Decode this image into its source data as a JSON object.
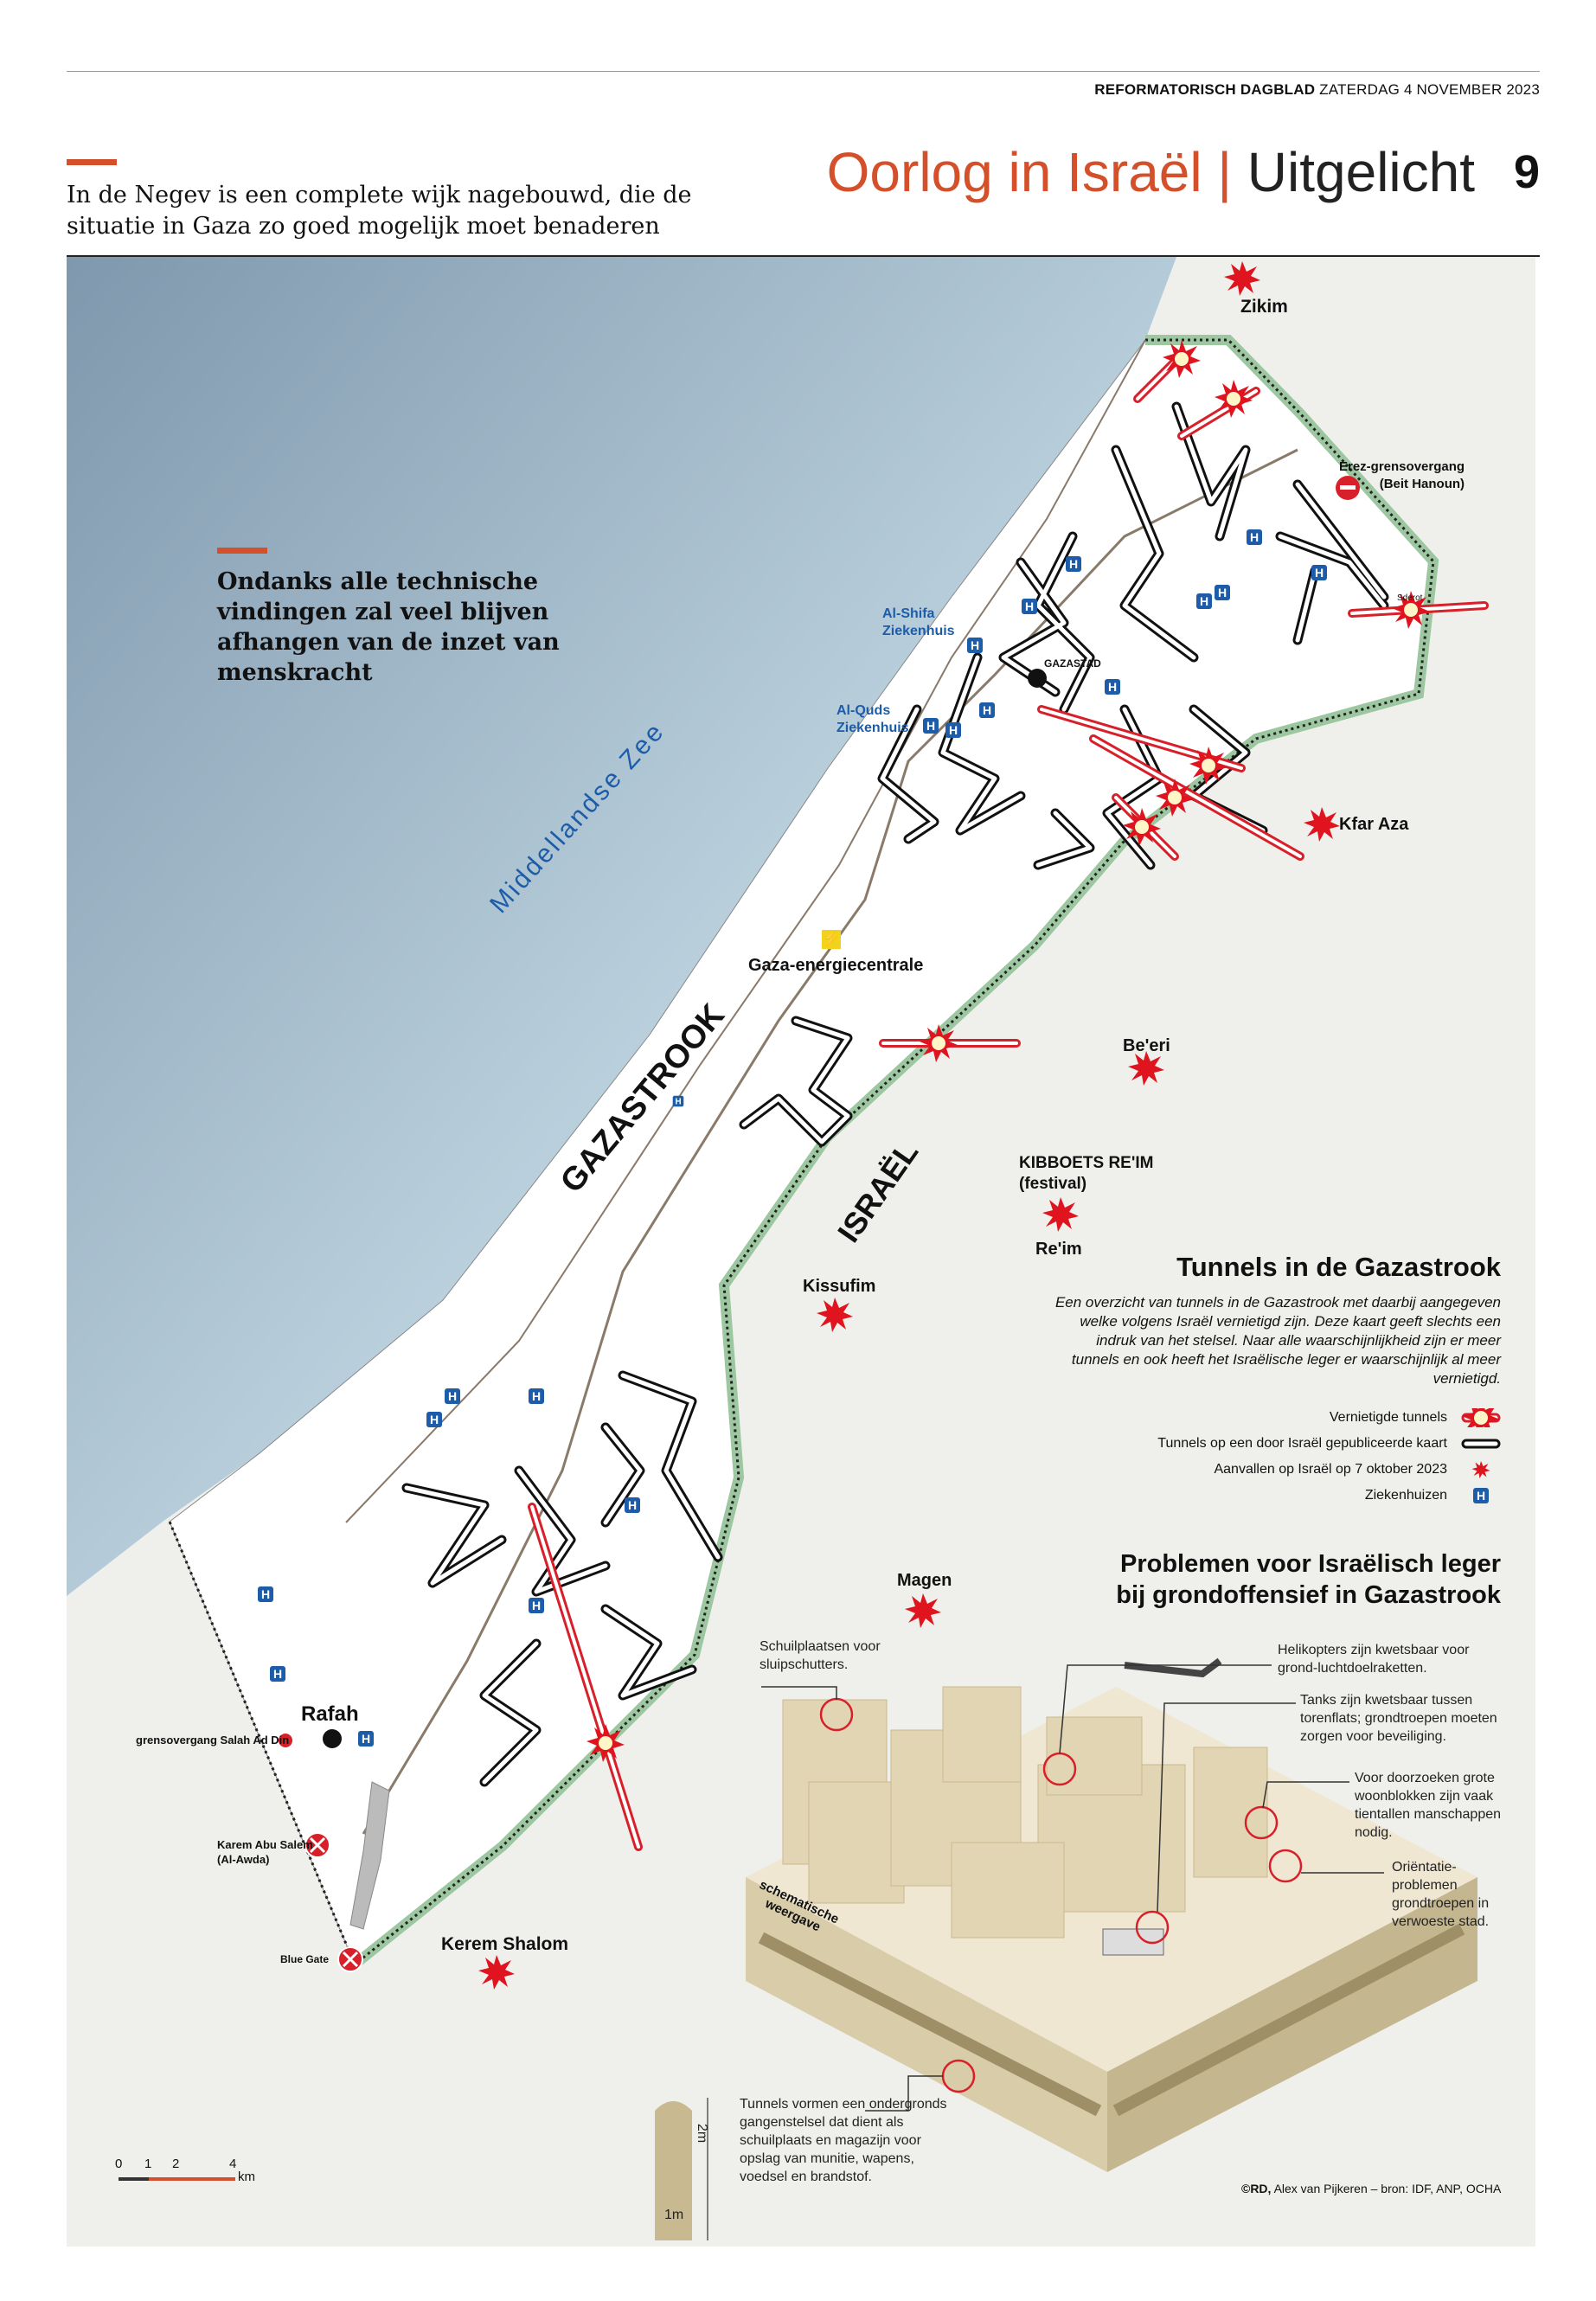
{
  "header": {
    "paper": "REFORMATORISCH DAGBLAD",
    "date": "ZATERDAG 4 NOVEMBER 2023",
    "section": "Oorlog in Israël",
    "separator": "|",
    "subsection": "Uitgelicht",
    "page_number": "9"
  },
  "intro": "In de Negev is een complete wijk nagebouwd, die de situatie in Gaza zo goed mogelijk moet benaderen",
  "quote": "Ondanks alle technische vindingen zal veel blijven afhangen van de inzet van menskracht",
  "map": {
    "sea": "Middellandse Zee",
    "strip": "GAZASTROOK",
    "country": "ISRAËL",
    "places": {
      "zikim": "Zikim",
      "erez": "Erez-grensovergang",
      "erez_sub": "(Beit Hanoun)",
      "shifa": "Al-Shifa",
      "shifa_sub": "Ziekenhuis",
      "gazastad": "GAZASTAD",
      "quds": "Al-Quds",
      "quds_sub": "Ziekenhuis",
      "kfar_aza": "Kfar Aza",
      "power": "Gaza-energiecentrale",
      "beeri": "Be'eri",
      "reim_fest": "KIBBOETS RE'IM",
      "reim_fest_sub": "(festival)",
      "reim": "Re'im",
      "kissufim": "Kissufim",
      "magen": "Magen",
      "rafah": "Rafah",
      "salah": "grensovergang Salah Ad Din",
      "karem": "Karem Abu Salem",
      "karem_sub": "(Al-Awda)",
      "blue_gate": "Blue Gate",
      "kerem_shalom": "Kerem Shalom",
      "sderot": "Sderot"
    },
    "hospital_symbol": "H",
    "scale": {
      "ticks": [
        "0",
        "1",
        "2",
        "4"
      ],
      "unit": "km"
    }
  },
  "legend": {
    "title": "Tunnels in de Gazastrook",
    "description": "Een overzicht van tunnels in de Gazastrook met daarbij aangegeven welke volgens Israël vernietigd zijn. Deze kaart geeft slechts een indruk van het stelsel. Naar alle waarschijnlijkheid zijn er meer tunnels en ook heeft het Israëlische leger er waarschijnlijk al meer vernietigd.",
    "items": [
      {
        "label": "Vernietigde tunnels",
        "icon": "destroyed-tunnel-icon"
      },
      {
        "label": "Tunnels op een door Israël gepubliceerde kaart",
        "icon": "tunnel-icon"
      },
      {
        "label": "Aanvallen op Israël op 7 oktober 2023",
        "icon": "attack-star-icon"
      },
      {
        "label": "Ziekenhuizen",
        "icon": "hospital-icon"
      }
    ]
  },
  "problems": {
    "title_line1": "Problemen voor Israëlisch leger",
    "title_line2": "bij grondoffensief in Gazastrook",
    "schematic": "schematische weergave",
    "callouts": {
      "snipers": "Schuilplaatsen voor sluipschutters.",
      "helicopters": "Helikopters zijn kwetsbaar voor grond-luchtdoelraketten.",
      "tanks": "Tanks zijn kwetsbaar tussen torenflats; grondtroepen moeten zorgen voor beveiliging.",
      "search": "Voor doorzoeken grote woonblokken zijn vaak tientallen manschappen nodig.",
      "orientation": "Oriëntatie-problemen grondtroepen in verwoeste stad.",
      "tunnels": "Tunnels vormen een ondergronds gangenstelsel dat dient als schuilplaats en magazijn voor opslag van munitie, wapens, voedsel en brandstof."
    },
    "tunnel_height": "2m",
    "tunnel_width": "1m"
  },
  "credit_bold": "©RD,",
  "credit": "Alex van Pijkeren – bron: IDF, ANP, OCHA",
  "colors": {
    "accent": "#d4502a",
    "hospital": "#1d5ca8",
    "attack": "#e0141e",
    "border": "#9cc7a0"
  }
}
